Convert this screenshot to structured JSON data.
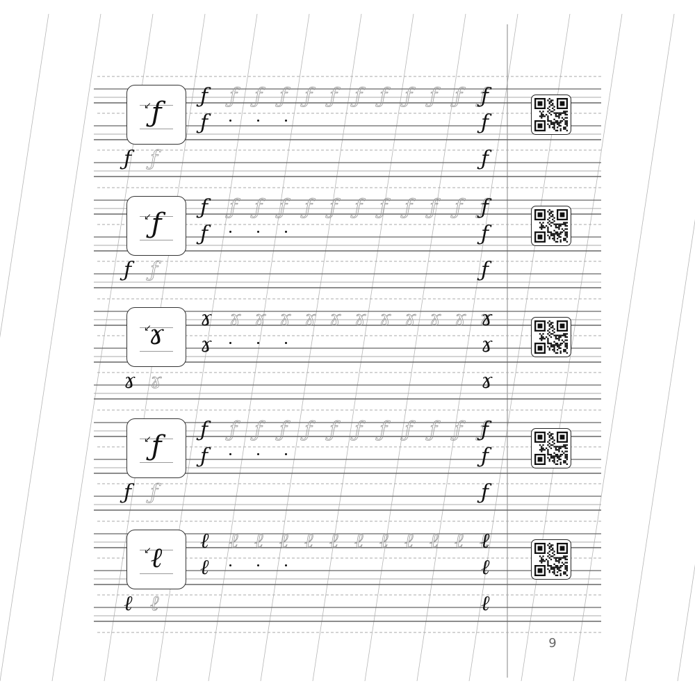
{
  "page": {
    "number": "9"
  },
  "exercises": [
    {
      "letter": "ƒ",
      "qr": "qr-code"
    },
    {
      "letter": "ƒ",
      "qr": "qr-code"
    },
    {
      "letter": "ɤ",
      "qr": "qr-code"
    },
    {
      "letter": "ƒ",
      "qr": "qr-code"
    },
    {
      "letter": "ℓ",
      "qr": "qr-code"
    }
  ]
}
